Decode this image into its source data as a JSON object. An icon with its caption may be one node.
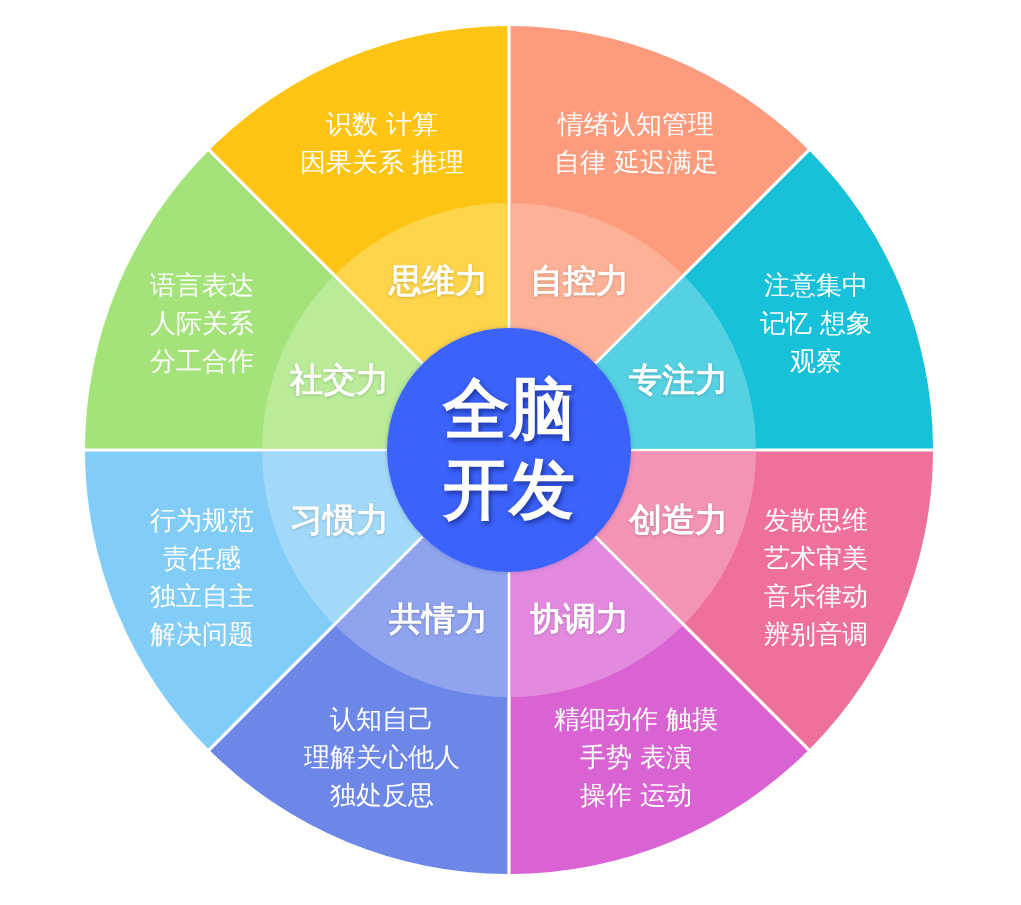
{
  "diagram": {
    "nodes": [
      {
        "text": [
          "全脑开发"
        ]
      },
      {
        "text": [
          "识数 计算",
          "因果关系 推理",
          "思维力"
        ]
      },
      {
        "text": [
          "情绪认知管理",
          "自律 延迟满足",
          "自控力"
        ]
      },
      {
        "text": [
          "专注力",
          "注意集中",
          "记忆 想象",
          "观察"
        ]
      },
      {
        "text": [
          "创造力",
          "发散思维",
          "艺术审美",
          "音乐律动",
          "辨别音调"
        ]
      },
      {
        "text": [
          "协调力",
          "精细动作 触摸",
          "手势 表演",
          "操作 运动"
        ]
      },
      {
        "text": [
          "共情力",
          "认知自己",
          "理解关心他人",
          "独处反思"
        ]
      },
      {
        "text": [
          "习惯力",
          "行为规范",
          "责任感",
          "独立自主",
          "解决问题"
        ]
      },
      {
        "text": [
          "社交力",
          "语言表达",
          "人际关系",
          "分工合作"
        ]
      }
    ]
  }
}
